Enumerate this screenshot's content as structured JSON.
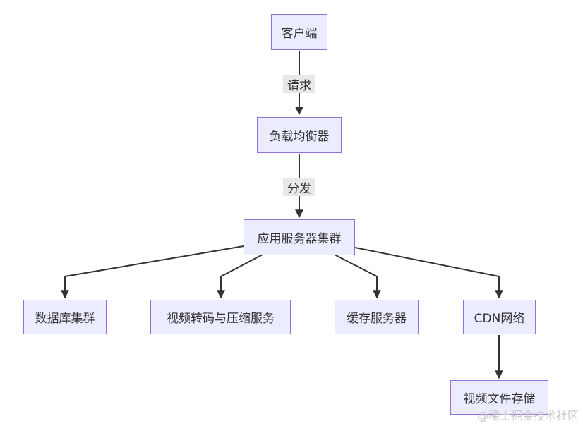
{
  "nodes": {
    "client": "客户端",
    "lb": "负载均衡器",
    "app": "应用服务器集群",
    "db": "数据库集群",
    "transcode": "视频转码与压缩服务",
    "cache": "缓存服务器",
    "cdn": "CDN网络",
    "storage": "视频文件存储"
  },
  "edges": {
    "request": "请求",
    "distribute": "分发"
  },
  "watermark": "@稀土掘金技术社区"
}
